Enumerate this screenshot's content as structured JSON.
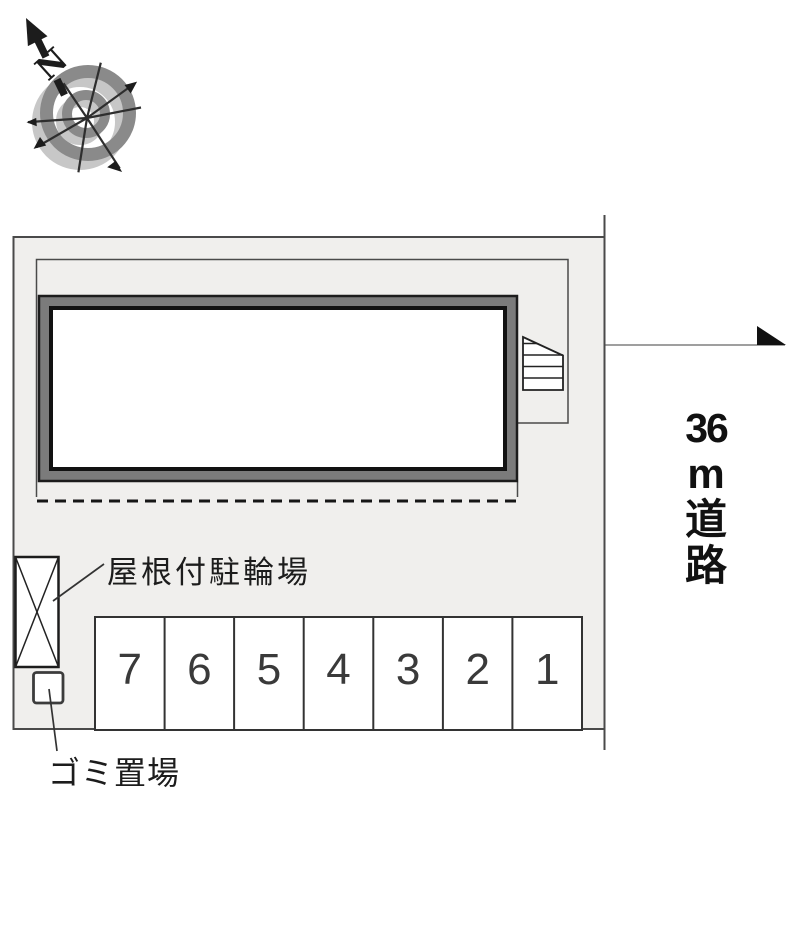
{
  "compass": {
    "north_label": "N"
  },
  "annotations": {
    "bicycle_parking_label": "屋根付駐輪場",
    "garbage_area_label": "ゴミ置場"
  },
  "road": {
    "label": "36m道路",
    "stacked_chars": [
      "36",
      "m",
      "道",
      "路"
    ]
  },
  "parking": {
    "space_numbers": [
      "7",
      "6",
      "5",
      "4",
      "3",
      "2",
      "1"
    ]
  },
  "colors": {
    "plot_fill": "#f0efed",
    "building_band": "#7b7b7b",
    "line_dark": "#3a3a3a",
    "ring_dark": "#8a8a8a",
    "ring_light": "#c7c7c7"
  }
}
